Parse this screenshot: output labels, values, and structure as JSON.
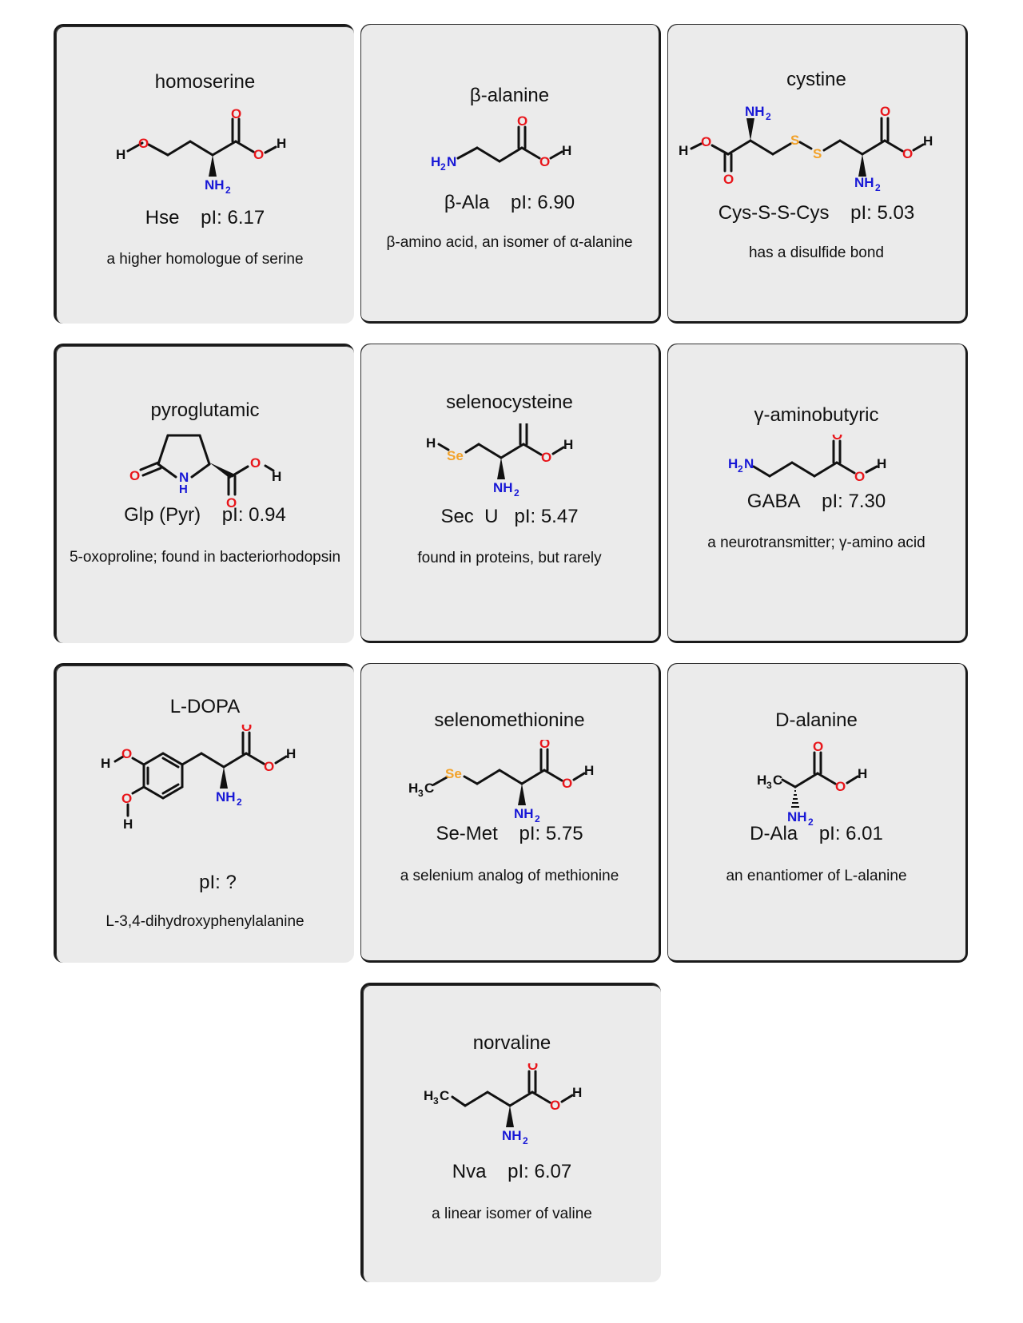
{
  "cards": [
    {
      "name": "homoserine",
      "abbr": "Hse",
      "pi": "pI: 6.17",
      "desc": "a higher homologue of serine"
    },
    {
      "name": "β-alanine",
      "abbr": "β-Ala",
      "pi": "pI: 6.90",
      "desc": "β-amino acid, an isomer of α-alanine"
    },
    {
      "name": "cystine",
      "abbr": "Cys-S-S-Cys",
      "pi": "pI: 5.03",
      "desc": "has a disulfide bond"
    },
    {
      "name": "pyroglutamic",
      "abbr": "Glp (Pyr)",
      "pi": "pI: 0.94",
      "desc": "5-oxoproline; found in bacteriorhodopsin"
    },
    {
      "name": "selenocysteine",
      "abbr": "Sec  U",
      "pi": "pI: 5.47",
      "desc": "found in proteins, but rarely"
    },
    {
      "name": "γ-aminobutyric",
      "abbr": "GABA",
      "pi": "pI: 7.30",
      "desc": "a neurotransmitter; γ-amino acid"
    },
    {
      "name": "L-DOPA",
      "abbr": "",
      "pi": "pI: ?",
      "desc": "L-3,4-dihydroxyphenylalanine"
    },
    {
      "name": "selenomethionine",
      "abbr": "Se-Met",
      "pi": "pI: 5.75",
      "desc": "a selenium analog of methionine"
    },
    {
      "name": "D-alanine",
      "abbr": "D-Ala",
      "pi": "pI: 6.01",
      "desc": "an enantiomer of L-alanine"
    },
    {
      "name": "norvaline",
      "abbr": "Nva",
      "pi": "pI: 6.07",
      "desc": "a linear isomer of valine"
    }
  ],
  "atom_labels": {
    "O": "O",
    "H": "H",
    "N": "N",
    "S": "S",
    "Se": "Se",
    "C": "C",
    "NH": "NH",
    "sub2": "2",
    "sub3": "3"
  },
  "colors": {
    "oxygen": "#e8161b",
    "nitrogen": "#1818d6",
    "sulfur_selenium": "#f2a22a",
    "card": "#ebebeb"
  }
}
